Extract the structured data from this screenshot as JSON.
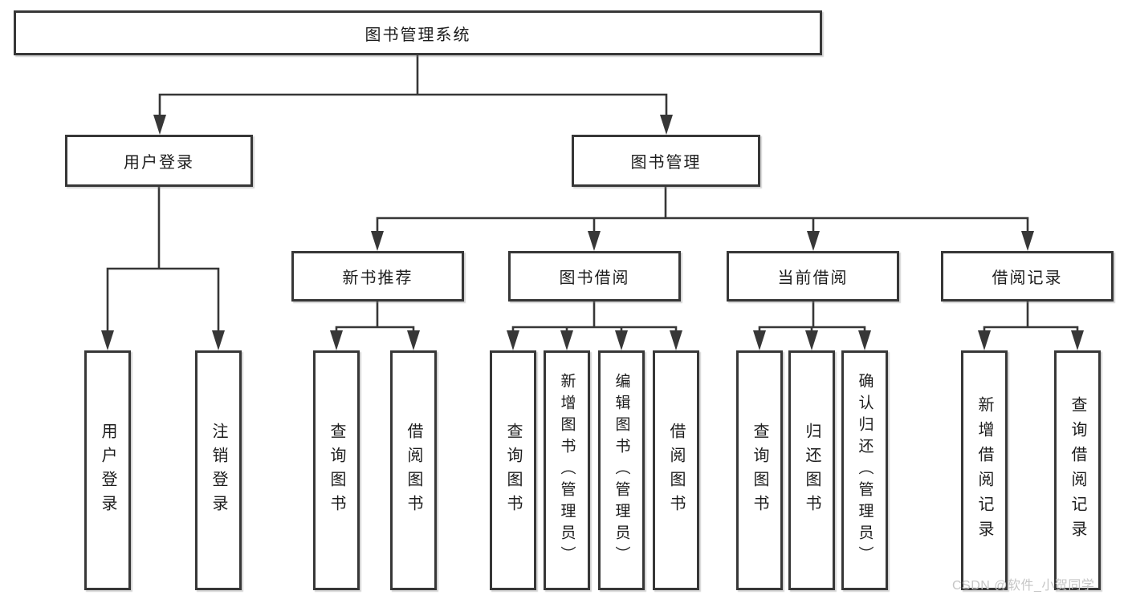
{
  "diagram": {
    "root": {
      "label": "图书管理系统"
    },
    "level2": [
      {
        "label": "用户登录"
      },
      {
        "label": "图书管理"
      }
    ],
    "level3": [
      {
        "label": "新书推荐"
      },
      {
        "label": "图书借阅"
      },
      {
        "label": "当前借阅"
      },
      {
        "label": "借阅记录"
      }
    ],
    "leaves": [
      {
        "label": "用户登录"
      },
      {
        "label": "注销登录"
      },
      {
        "label": "查询图书"
      },
      {
        "label": "借阅图书"
      },
      {
        "label": "查询图书"
      },
      {
        "label": "新增图书（管理员）"
      },
      {
        "label": "编辑图书（管理员）"
      },
      {
        "label": "借阅图书"
      },
      {
        "label": "查询图书"
      },
      {
        "label": "归还图书"
      },
      {
        "label": "确认归还（管理员）"
      },
      {
        "label": "新增借阅记录"
      },
      {
        "label": "查询借阅记录"
      }
    ]
  },
  "watermark": {
    "text": "CSDN @软件_小贺同学"
  },
  "colors": {
    "line": "#373737",
    "text": "#1d1d1d",
    "background": "#ffffff",
    "watermark": "#c6c6c6"
  }
}
